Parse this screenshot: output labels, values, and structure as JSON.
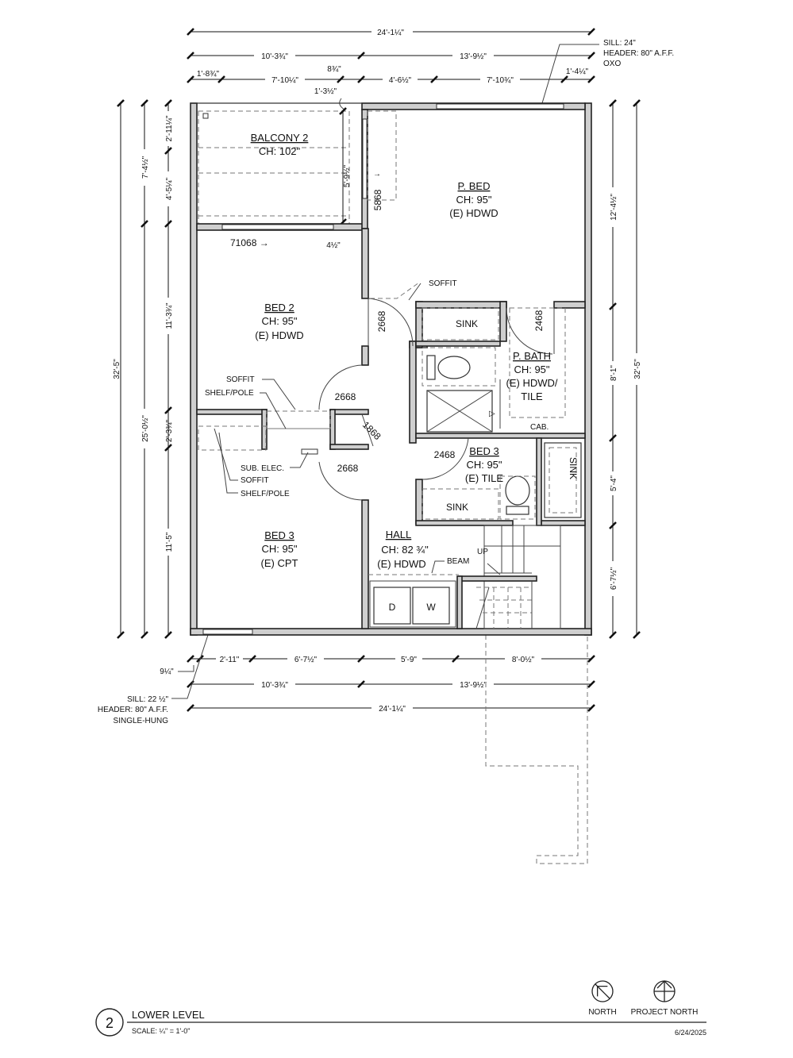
{
  "rooms": {
    "balcony2": {
      "name": "BALCONY 2",
      "ceiling": "CH: 102\""
    },
    "pbed": {
      "name": "P. BED",
      "ceiling": "CH: 95\"",
      "floor": "(E) HDWD"
    },
    "bed2": {
      "name": "BED 2",
      "ceiling": "CH: 95\"",
      "floor": "(E) HDWD"
    },
    "pbath": {
      "name": "P. BATH",
      "ceiling": "CH: 95\"",
      "floor1": "(E) HDWD/",
      "floor2": "TILE"
    },
    "bed3bath": {
      "name": "BED 3",
      "ceiling": "CH: 95\"",
      "floor": "(E) TILE"
    },
    "bed3": {
      "name": "BED 3",
      "ceiling": "CH: 95\"",
      "floor": "(E) CPT"
    },
    "hall": {
      "name": "HALL",
      "ceiling": "CH: 82 ¾\"",
      "floor": "(E) HDWD"
    }
  },
  "dims": {
    "top_overall": "24'-1¼\"",
    "top_left": "10'-3¾\"",
    "top_right": "13'-9½\"",
    "top_s1": "1'-8¾\"",
    "top_s2": "7'-10¼\"",
    "top_s3": "8¾\"",
    "top_s4": "4'-6½\"",
    "top_s5": "7'-10¾\"",
    "top_s6": "1'-4¼\"",
    "small_a": "1'-3½\"",
    "small_b": "5'-9½\"",
    "small_c": "4½\"",
    "left_outer": "32'-5\"",
    "left_mid_a": "7'-4½\"",
    "left_mid_b": "25'-0½\"",
    "left_in_a": "2'-11¼\"",
    "left_in_b": "4'-5¼\"",
    "left_in_c": "11'-3¾\"",
    "left_in_d": "2'-3¾\"",
    "left_in_e": "11'-5\"",
    "right_outer": "32'-5\"",
    "right_a": "12'-4½\"",
    "right_b": "8'-1\"",
    "right_c": "5'-4\"",
    "right_d": "6'-7½\"",
    "bot_s0": "9¼\"",
    "bot_s1": "2'-11\"",
    "bot_s2": "6'-7½\"",
    "bot_s3": "5'-9\"",
    "bot_s4": "8'-0½\"",
    "bot_left": "10'-3¾\"",
    "bot_right": "13'-9½\"",
    "bot_overall": "24'-1¼\""
  },
  "doors": {
    "d5868": "5868",
    "d71068": "71068 →",
    "d2668_a": "2668",
    "d2468_a": "2468",
    "d2668_b": "2668",
    "d1868": "1868",
    "d2668_c": "2668",
    "d2468_b": "2468"
  },
  "notes": {
    "window_top_1": "SILL: 24\"",
    "window_top_2": "HEADER: 80\" A.F.F.",
    "window_top_3": "OXO",
    "window_bot_1": "SILL: 22 ½\"",
    "window_bot_2": "HEADER: 80\" A.F.F.",
    "window_bot_3": "SINGLE-HUNG",
    "soffit": "SOFFIT",
    "soffit2": "SOFFIT",
    "shelf_pole": "SHELF/POLE",
    "sub_elec": "SUB. ELEC.",
    "soffit3": "SOFFIT",
    "shelf_pole2": "SHELF/POLE",
    "beam": "BEAM",
    "up": "UP",
    "cab": "CAB."
  },
  "fixtures": {
    "sink1": "SINK",
    "sink2": "SINK",
    "sink3": "SINK",
    "dryer": "D",
    "washer": "W"
  },
  "footer": {
    "number": "2",
    "title": "LOWER LEVEL",
    "scale": "SCALE: ¼\" = 1'-0\"",
    "date": "6/24/2025",
    "north": "NORTH",
    "project_north": "PROJECT NORTH"
  }
}
